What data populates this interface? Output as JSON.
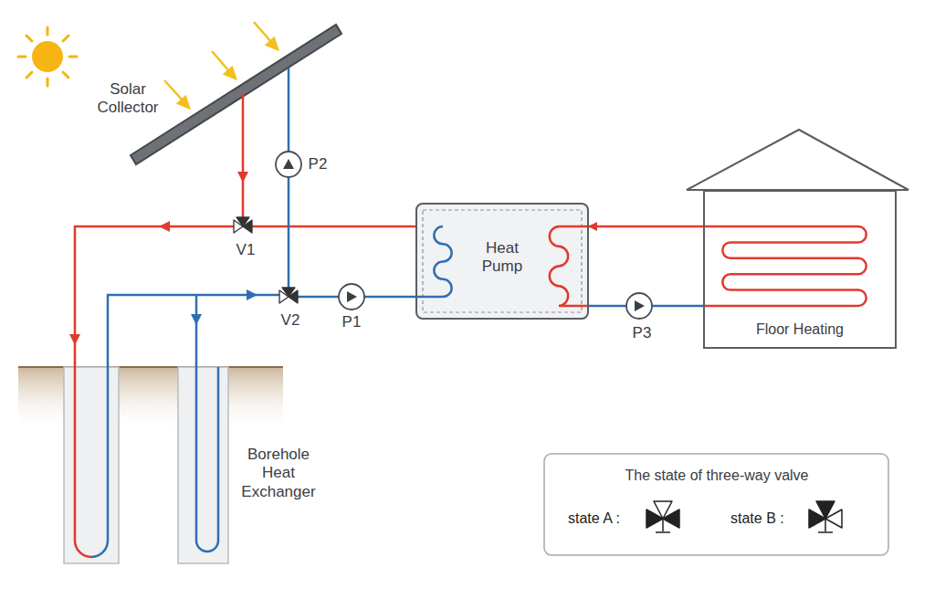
{
  "diagram": {
    "nodes": [
      {
        "text": [
          "Heat Pump"
        ]
      },
      {
        "text": [
          "Floor Heating"
        ]
      }
    ],
    "edges": [
      {
        "from": 1,
        "to": 0,
        "arrow": "to"
      },
      {
        "from": 0,
        "to": 1,
        "arrow": "none"
      }
    ],
    "labels": [
      "Solar Collector",
      "P2",
      "V1",
      "V2",
      "P1",
      "P3",
      "Borehole Heat Exchanger",
      "The state of three-way valve"
    ],
    "legend": [
      {
        "text": "state A :"
      },
      {
        "text": "state B :"
      }
    ]
  }
}
